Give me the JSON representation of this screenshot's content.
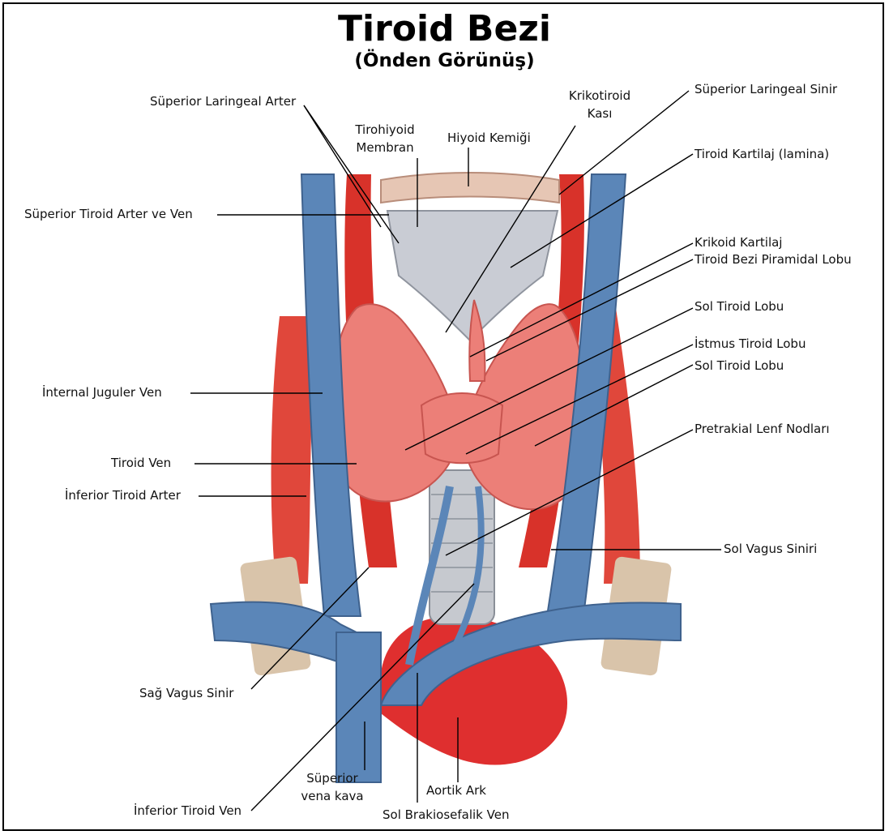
{
  "title": "Tiroid Bezi",
  "subtitle": "(Önden Görünüş)",
  "labels": {
    "superior_laryngeal_artery": "Süperior Laringeal Arter",
    "thyrohyoid_membrane_1": "Tirohiyoid",
    "thyrohyoid_membrane_2": "Membran",
    "hyoid_bone": "Hiyoid Kemiği",
    "cricothyroid_1": "Krikotiroid",
    "cricothyroid_2": "Kası",
    "superior_laryngeal_nerve": "Süperior Laringeal Sinir",
    "thyroid_cartilage": "Tiroid Kartilaj (lamina)",
    "superior_thyroid_artery_vein": "Süperior Tiroid Arter ve Ven",
    "cricoid_cartilage": "Krikoid Kartilaj",
    "pyramidal_lobe": "Tiroid Bezi Piramidal Lobu",
    "left_lobe_1": "Sol Tiroid Lobu",
    "isthmus": "İstmus Tiroid Lobu",
    "left_lobe_2": "Sol Tiroid Lobu",
    "internal_jugular": "İnternal Juguler Ven",
    "pretracheal_nodes": "Pretrakial Lenf Nodları",
    "thyroid_vein": "Tiroid Ven",
    "inferior_thyroid_artery": "İnferior Tiroid Arter",
    "left_vagus": "Sol Vagus Siniri",
    "right_vagus": "Sağ Vagus Sinir",
    "inferior_thyroid_vein": "İnferior Tiroid Ven",
    "svc_1": "Süperior",
    "svc_2": "vena kava",
    "aortic_arch": "Aortik Ark",
    "left_brachiocephalic": "Sol Brakiosefalik Ven"
  },
  "colors": {
    "vein": "#5b86b8",
    "artery": "#d8322a",
    "gland": "#ec7f78",
    "cartilage": "#c9ccd4",
    "bone": "#e6c6b4",
    "leader": "#000000"
  }
}
